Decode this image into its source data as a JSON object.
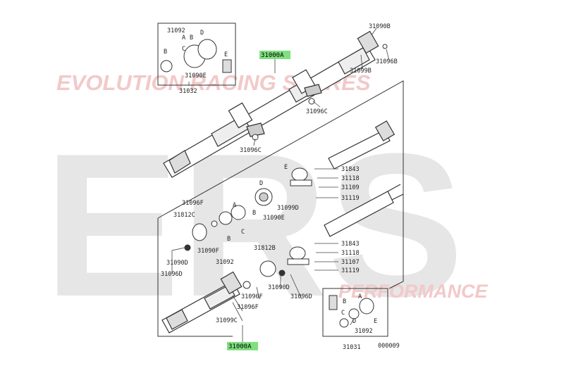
{
  "watermark": {
    "big_letters": "ERS",
    "top_text": "EVOLUTION RACING SPARES",
    "bottom_text": "PERFORMANCE"
  },
  "colors": {
    "highlight": "#7fe07f",
    "line": "#333333",
    "watermark_red": "#f2c9c9",
    "watermark_gray": "#e6e6e6"
  },
  "labels": {
    "upper_shaft_callout": "31000A",
    "lower_shaft_callout": "31000A",
    "p31092_top": "31092",
    "p31090E_top": "31090E",
    "p31032": "31032",
    "p31090B": "31090B",
    "p31096B": "31096B",
    "p31099B": "31099B",
    "p31096C_a": "31096C",
    "p31096C_b": "31096C",
    "p31843_a": "31843",
    "p31118_a": "31118",
    "p31109": "31109",
    "p31119_a": "31119",
    "p31099D": "31099D",
    "p31090E_mid": "31090E",
    "p31096F_a": "31096F",
    "p31812C": "31812C",
    "p31090F_a": "31090F",
    "p31092_mid": "31092",
    "p31090D_a": "31090D",
    "p31096D_a": "31096D",
    "p31812B": "31812B",
    "p31843_b": "31843",
    "p31118_b": "31118",
    "p31107": "31107",
    "p31119_b": "31119",
    "p31090F_b": "31090F",
    "p31090D_b": "31090D",
    "p31096D_b": "31096D",
    "p31096F_b": "31096F",
    "p31099C": "31099C",
    "p31092_box": "31092",
    "p31031": "31031",
    "fig_code": "000009"
  },
  "letters": {
    "A": "A",
    "B": "B",
    "C": "C",
    "D": "D",
    "E": "E"
  }
}
